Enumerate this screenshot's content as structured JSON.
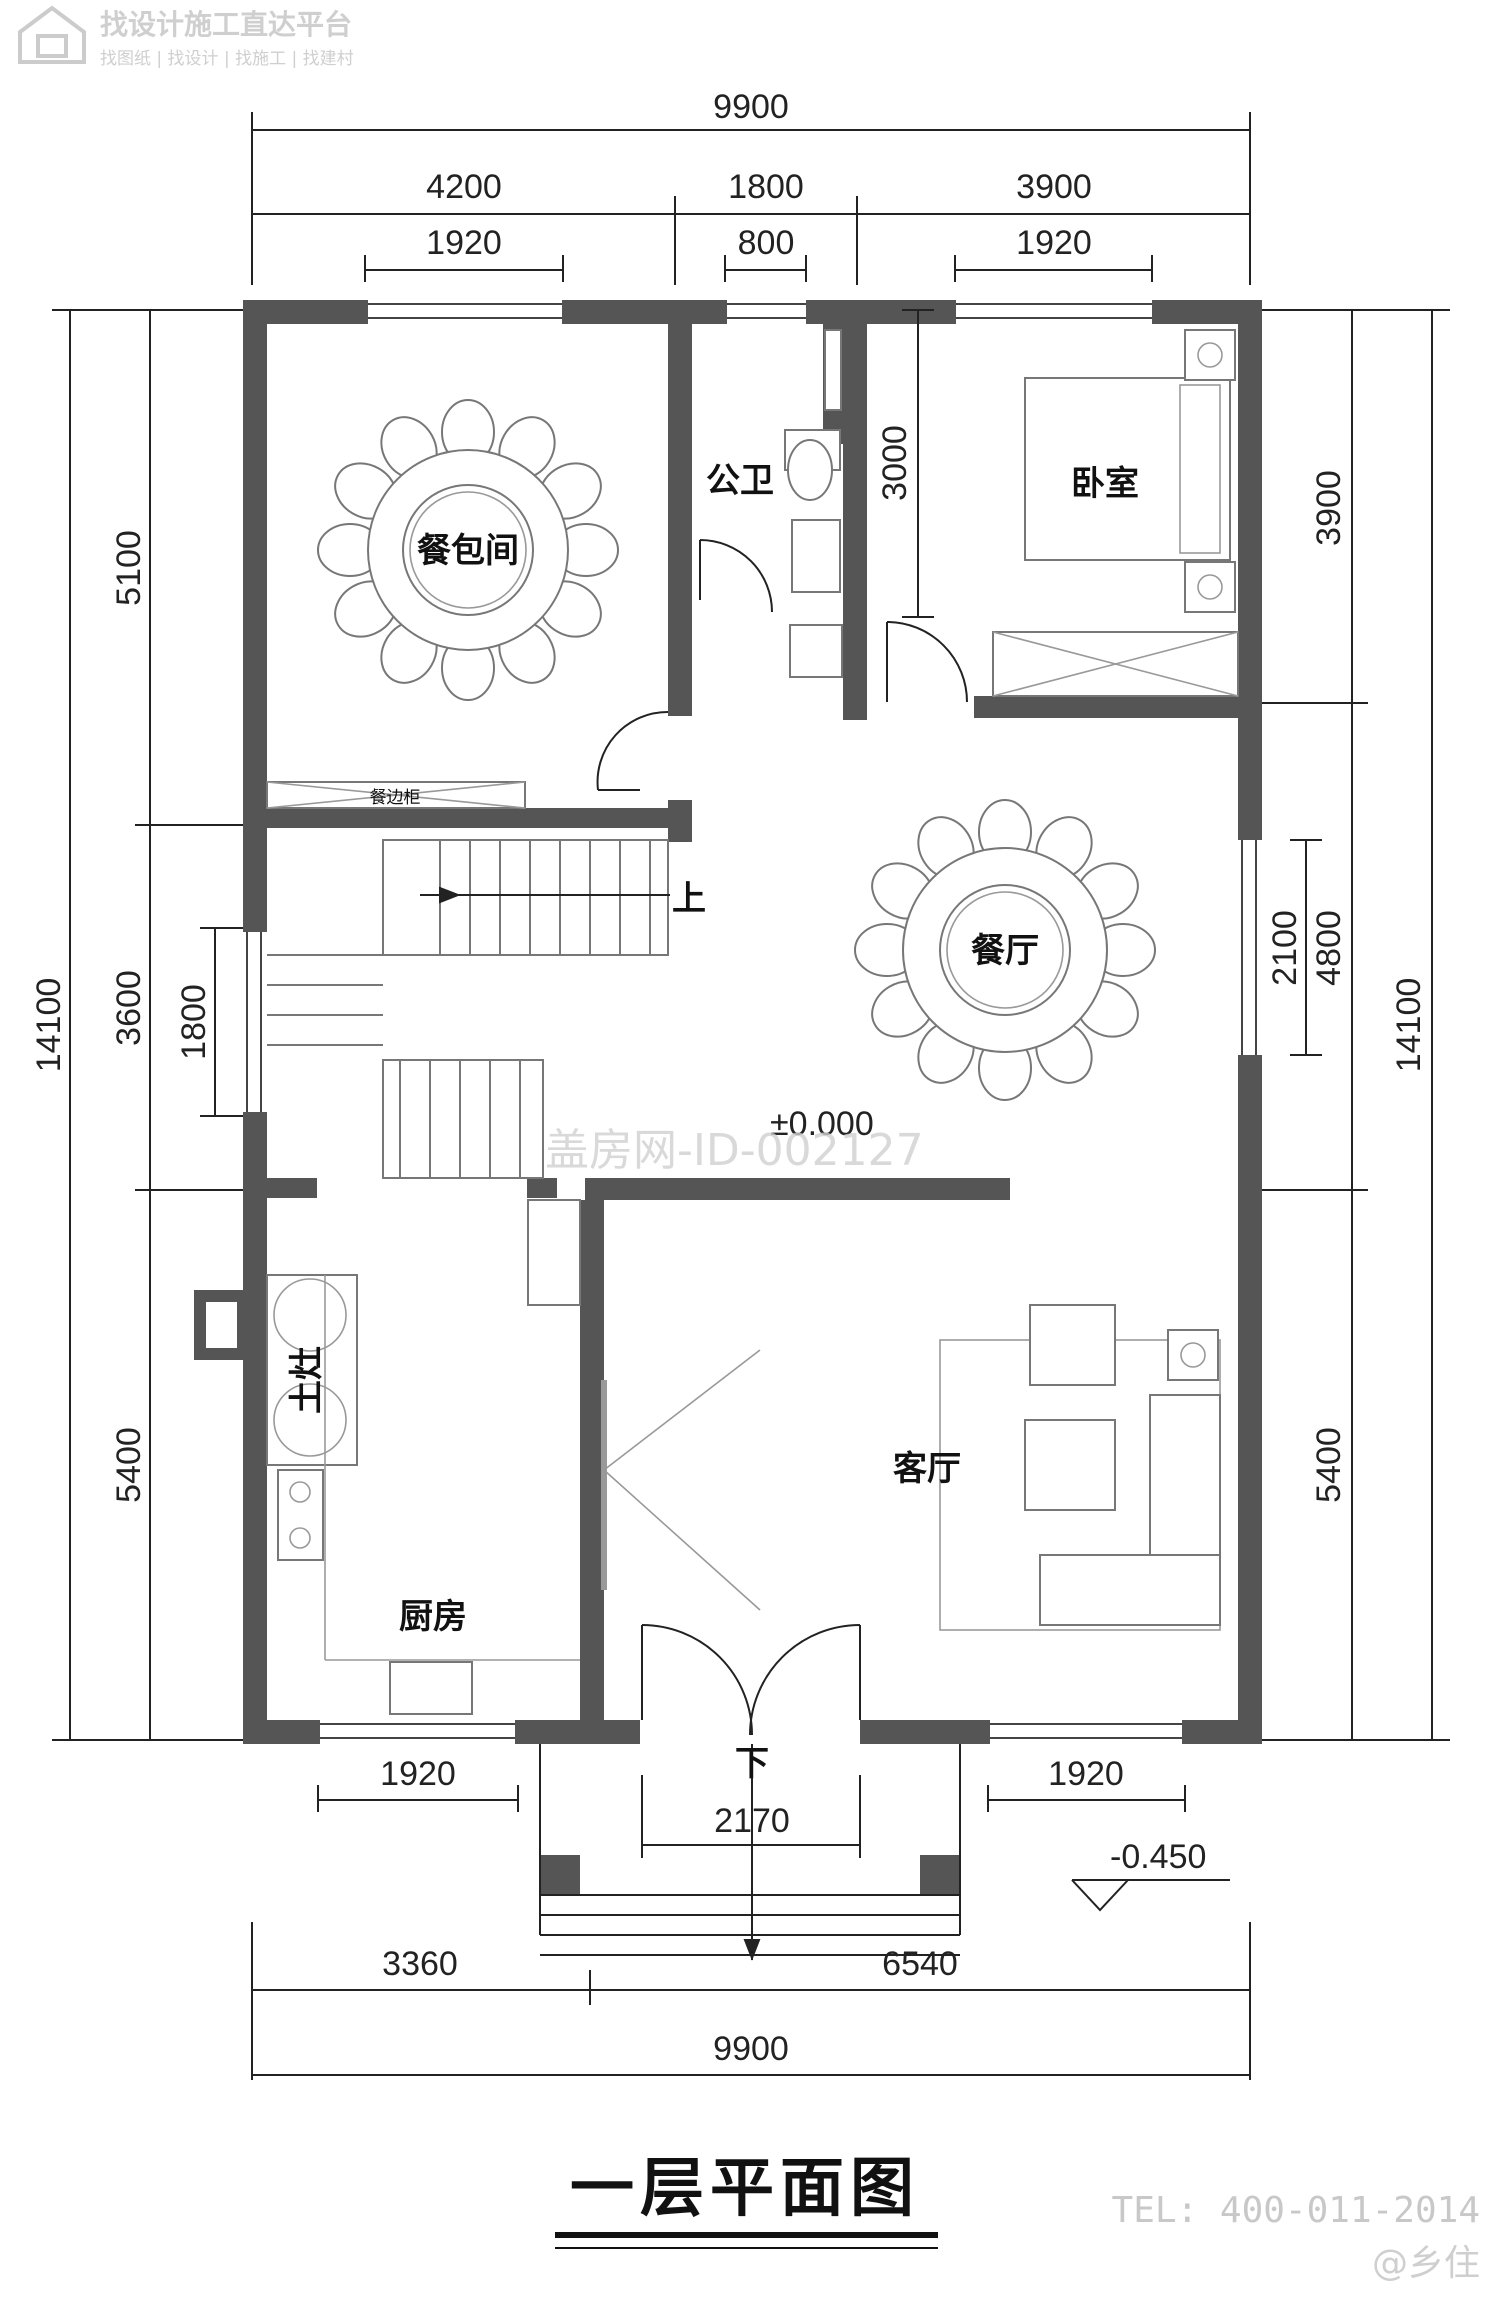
{
  "watermark": {
    "platform": "找设计施工直达平台",
    "links": "找图纸 | 找设计 | 找施工 | 找建村",
    "center": "盖房网-ID-002127"
  },
  "dimensions": {
    "top_total": "9900",
    "top_seg1": "4200",
    "top_seg2": "1800",
    "top_seg3": "3900",
    "top_win1": "1920",
    "top_win2": "800",
    "top_win3": "1920",
    "left_total": "14100",
    "left_seg1": "5100",
    "left_seg2": "3600",
    "left_seg3": "5400",
    "left_win": "1800",
    "right_total": "14100",
    "right_seg1": "3900",
    "right_seg2": "4800",
    "right_seg3": "5400",
    "right_win": "2100",
    "toilet_inner": "3000",
    "bottom_win1": "1920",
    "bottom_door": "2170",
    "bottom_win2": "1920",
    "bottom_seg1": "3360",
    "bottom_seg2": "6540",
    "bottom_total": "9900"
  },
  "rooms": {
    "private_dining": "餐包间",
    "toilet": "公卫",
    "bedroom": "卧室",
    "dining": "餐厅",
    "kitchen": "厨房",
    "stove": "土灶",
    "living": "客厅",
    "sideboard": "餐边柜",
    "stair_up": "上",
    "stair_down": "下"
  },
  "levels": {
    "floor": "±0.000",
    "outdoor": "-0.450"
  },
  "title": "一层平面图",
  "footer": {
    "tel": "TEL: 400-011-2014",
    "author": "@乡住"
  }
}
